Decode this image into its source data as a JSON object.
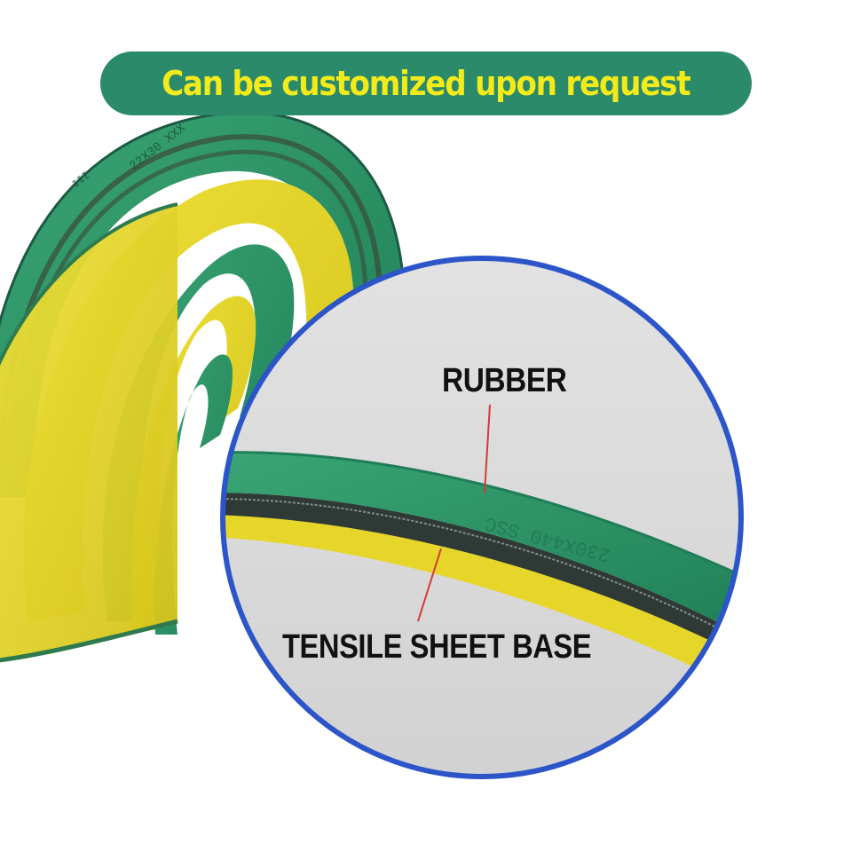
{
  "banner": {
    "text": "Can be customized upon request"
  },
  "callouts": {
    "rubber": "RUBBER",
    "tensile": "TENSILE SHEET BASE"
  },
  "belt_prints": {
    "outer_belt": "22X30 XXX",
    "outer_belt_mark": "III",
    "zoom_belt": "230X440 SSC"
  },
  "colors": {
    "banner_bg": "#2a8a6a",
    "banner_text": "#f3ea1a",
    "belt_green": "#2e9a6a",
    "belt_yellow": "#e4d521",
    "zoom_ring": "#2b55c8",
    "leader_line": "#d33a3a",
    "zoom_bg": "#dcdcdc"
  }
}
